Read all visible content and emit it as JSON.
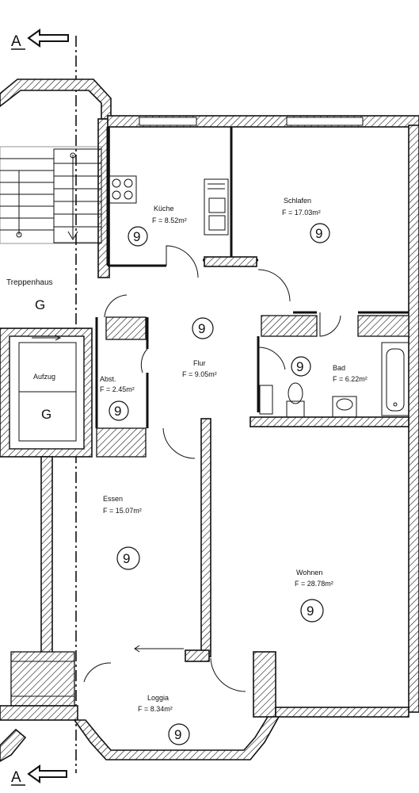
{
  "section_marker": {
    "top": "A",
    "bottom": "A"
  },
  "rooms": [
    {
      "key": "kueche",
      "name": "Küche",
      "area": "F = 8.52m²",
      "number": "9"
    },
    {
      "key": "schlafen",
      "name": "Schlafen",
      "area": "F = 17.03m²",
      "number": "9"
    },
    {
      "key": "treppenhaus",
      "name": "Treppenhaus",
      "code": "G"
    },
    {
      "key": "aufzug",
      "name": "Aufzug",
      "code": "G"
    },
    {
      "key": "abst",
      "name": "Abst.",
      "area": "F = 2.45m²",
      "number": "9"
    },
    {
      "key": "flur",
      "name": "Flur",
      "area": "F = 9.05m²",
      "number": "9",
      "number_top": "9"
    },
    {
      "key": "bad",
      "name": "Bad",
      "area": "F = 6.22m²",
      "number": "9"
    },
    {
      "key": "essen",
      "name": "Essen",
      "area": "F = 15.07m²",
      "number": "9"
    },
    {
      "key": "wohnen",
      "name": "Wohnen",
      "area": "F = 28.78m²",
      "number": "9"
    },
    {
      "key": "loggia",
      "name": "Loggia",
      "area": "F = 8.34m²",
      "number": "9"
    }
  ]
}
